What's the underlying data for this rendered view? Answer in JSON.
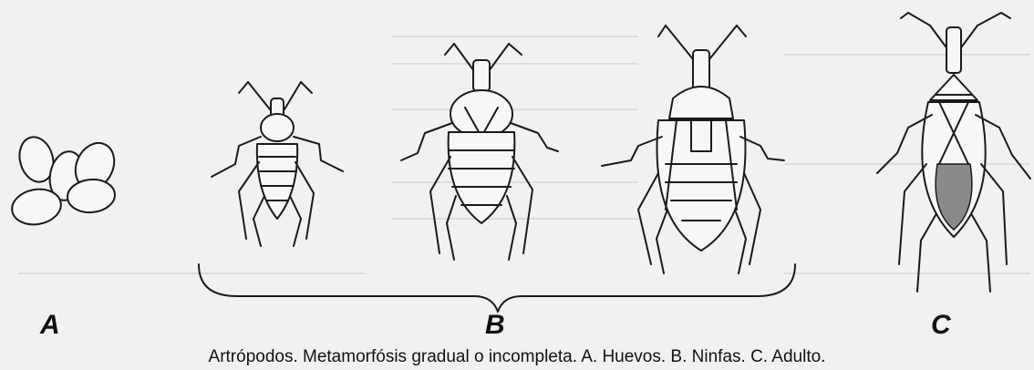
{
  "figure": {
    "labels": {
      "a": "A",
      "b": "B",
      "c": "C"
    },
    "caption": "Artrópodos. Metamorfósis gradual o incompleta. A. Huevos.  B. Ninfas.  C. Adulto."
  }
}
